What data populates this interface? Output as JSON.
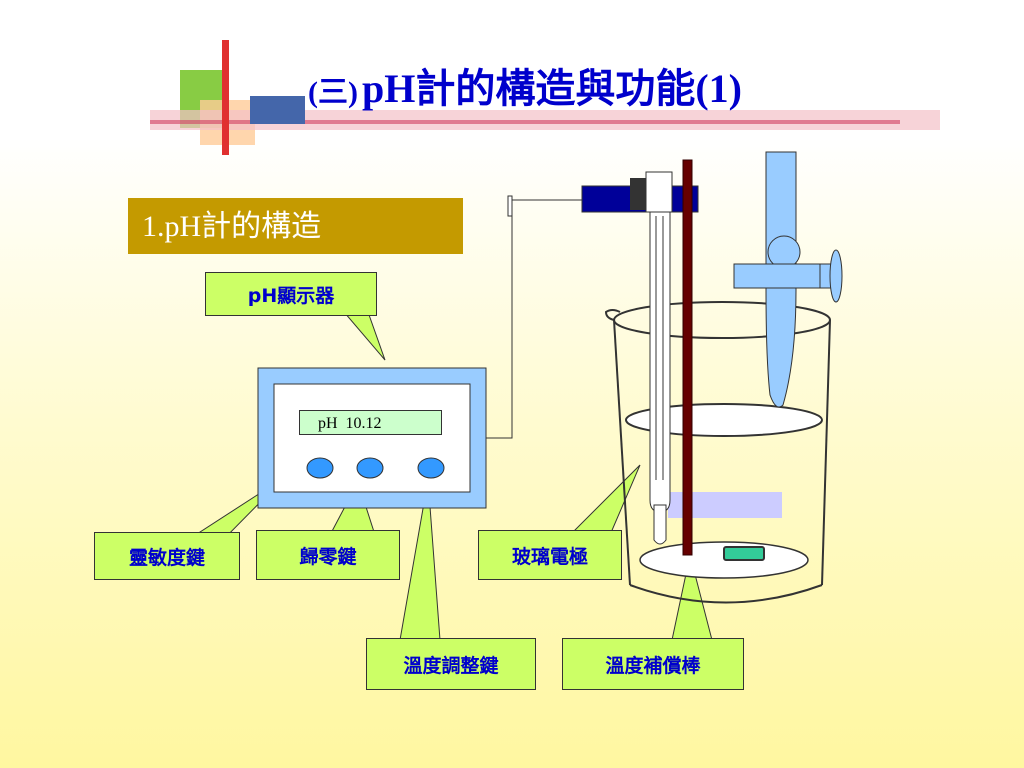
{
  "title": {
    "prefix": "(三)",
    "text": "pH計的構造與功能(1)"
  },
  "section": {
    "heading": "1.pH計的構造"
  },
  "meter": {
    "reading": "pH  10.12"
  },
  "labels": {
    "display": "pH顯示器",
    "sensitivity_key": "靈敏度鍵",
    "zero_key": "歸零鍵",
    "temp_adjust_key": "溫度調整鍵",
    "glass_electrode": "玻璃電極",
    "temp_comp_rod": "溫度補償棒"
  },
  "colors": {
    "title": "#0000cc",
    "section_bg": "#c49a00",
    "callout_bg": "#ccff66",
    "meter_frame": "#99ccff",
    "button": "#3399ff",
    "electrode_holder": "#000099"
  }
}
